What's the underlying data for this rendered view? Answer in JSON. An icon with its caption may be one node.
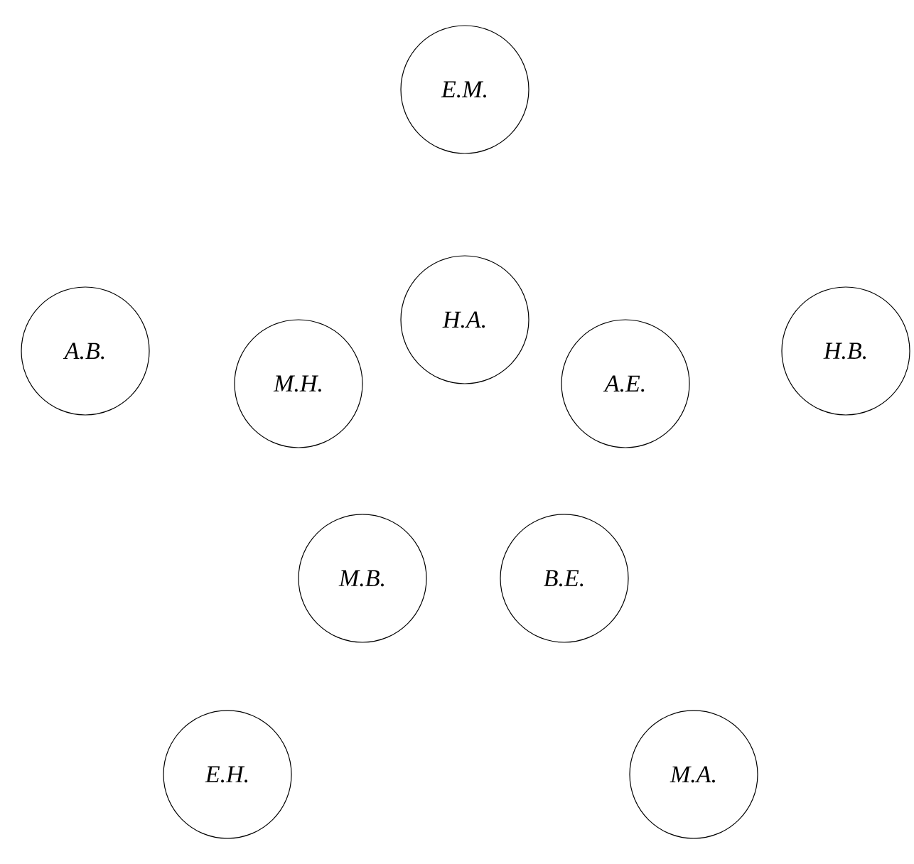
{
  "diagram": {
    "nodes": [
      {
        "text": [
          "E.M."
        ]
      },
      {
        "text": [
          "H.A."
        ]
      },
      {
        "text": [
          "A.B."
        ]
      },
      {
        "text": [
          "H.B."
        ]
      },
      {
        "text": [
          "M.H."
        ]
      },
      {
        "text": [
          "A.E."
        ]
      },
      {
        "text": [
          "M.B."
        ]
      },
      {
        "text": [
          "B.E."
        ]
      },
      {
        "text": [
          "E.H."
        ]
      },
      {
        "text": [
          "M.A."
        ]
      }
    ]
  }
}
